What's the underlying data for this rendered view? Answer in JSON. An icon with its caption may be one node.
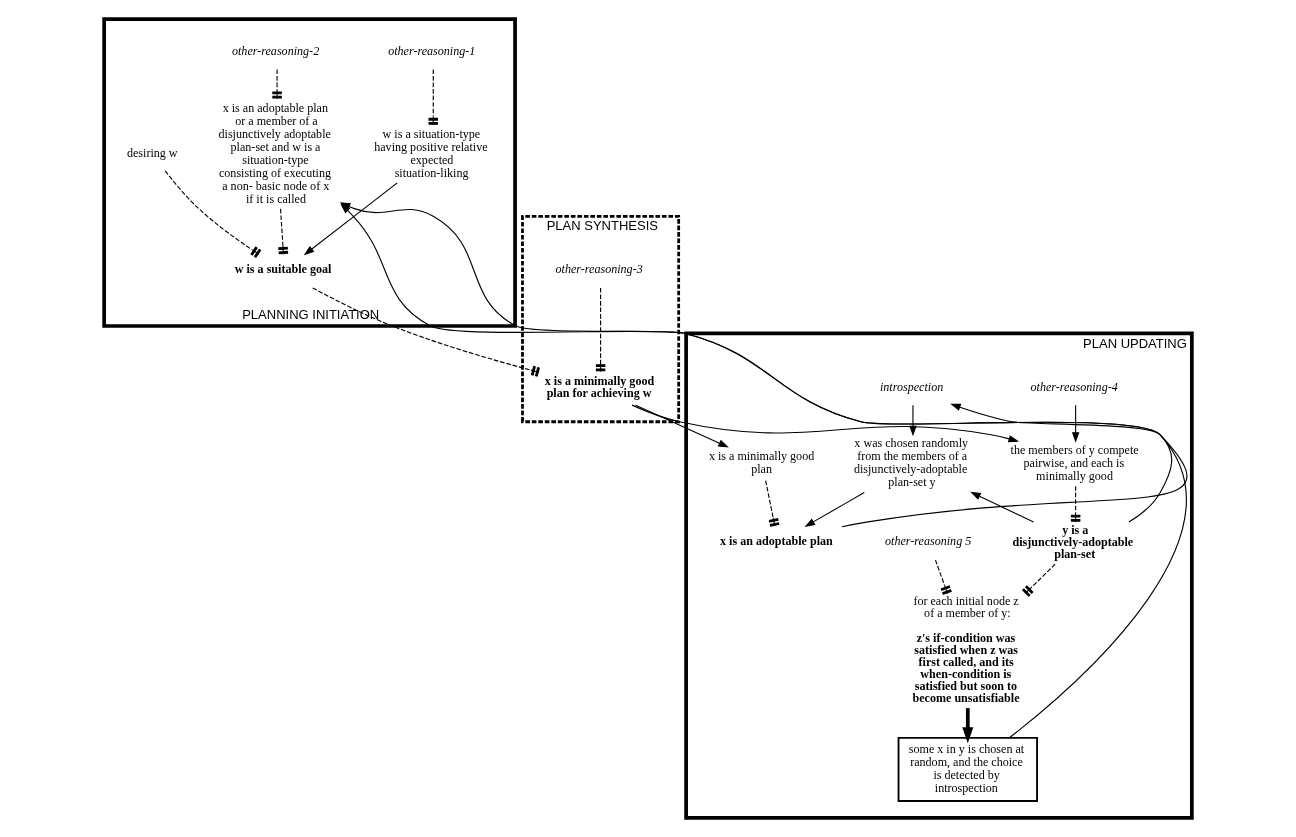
{
  "diagram": {
    "nodes": [
      {
        "text": [
          "PLANNING INITIATION"
        ]
      },
      {
        "text": [
          "PLAN SYNTHESIS"
        ]
      },
      {
        "text": [
          "PLAN UPDATING"
        ]
      },
      {
        "text": [
          "other-reasoning-1"
        ],
        "in": 0
      },
      {
        "text": [
          "other-reasoning-2"
        ],
        "in": 0
      },
      {
        "text": [
          "w is a situation-type having positive relative expected situation-liking"
        ],
        "in": 0
      },
      {
        "text": [
          "x is an adoptable plan or a member of a disjunctively adoptable plan-set and w is a situation-type consisting of executing a non- basic node of x if it is called"
        ],
        "in": 0
      },
      {
        "text": [
          "desiring w"
        ],
        "in": 0
      },
      {
        "text": [
          "w is a suitable goal"
        ],
        "in": 0
      },
      {
        "text": [
          "other-reasoning-3"
        ],
        "in": 1
      },
      {
        "text": [
          "x is a minimally good plan for achieving w"
        ],
        "in": 1
      },
      {
        "text": [
          "introspection"
        ],
        "in": 2
      },
      {
        "text": [
          "x was chosen randomly from the members of a disjunctively-adoptable plan-set y"
        ],
        "in": 2
      },
      {
        "text": [
          "other-reasoning-4"
        ],
        "in": 2
      },
      {
        "text": [
          "the members of y compete pairwise, and each is minimally good"
        ],
        "in": 2
      },
      {
        "text": [
          "other-reasoning 5"
        ],
        "in": 2
      },
      {
        "text": [
          "for each initial node z of a member of y:",
          "z's if-condition was satisfied when z was first called, and its when-condition is satisfied but soon to become unsatisfiable"
        ],
        "in": 2
      },
      {
        "text": [
          "x is a minimally good plan"
        ],
        "in": 2
      },
      {
        "text": [
          "y is a disjunctively-adoptable plan-set"
        ],
        "in": 2
      },
      {
        "text": [
          "x is an adoptable plan"
        ],
        "in": 2
      },
      {
        "text": [
          "some x in y is chosen at random, and the choice is detected by introspection"
        ],
        "in": 2
      }
    ],
    "edges": [
      {
        "from": 3,
        "to": 5,
        "arrow": "other",
        "style": "dashed"
      },
      {
        "from": 4,
        "to": 6,
        "arrow": "other",
        "style": "dashed"
      },
      {
        "from": 7,
        "to": 8,
        "arrow": "other",
        "style": "dashed"
      },
      {
        "from": 5,
        "to": 8,
        "arrow": "to"
      },
      {
        "from": 6,
        "to": 8,
        "arrow": "other",
        "style": "dashed"
      },
      {
        "from": 8,
        "to": 10,
        "arrow": "other",
        "style": "dashed"
      },
      {
        "from": 9,
        "to": 10,
        "arrow": "other",
        "style": "dashed"
      },
      {
        "from": 10,
        "to": 17,
        "arrow": "to"
      },
      {
        "from": 10,
        "to": 14,
        "arrow": "to"
      },
      {
        "from": 11,
        "to": 12,
        "arrow": "to"
      },
      {
        "from": 18,
        "to": 12,
        "arrow": "to"
      },
      {
        "from": 13,
        "to": 14,
        "arrow": "to"
      },
      {
        "from": 15,
        "to": 16,
        "arrow": "other",
        "style": "dashed"
      },
      {
        "from": 14,
        "to": 18,
        "arrow": "other",
        "style": "dashed"
      },
      {
        "from": 17,
        "to": 19,
        "arrow": "other",
        "style": "dashed"
      },
      {
        "from": 12,
        "to": 19,
        "arrow": "to"
      },
      {
        "from": 18,
        "to": 16,
        "arrow": "other",
        "style": "dashed"
      },
      {
        "from": 16,
        "to": 20,
        "arrow": "to",
        "style": "thick"
      },
      {
        "from": 20,
        "to": 11,
        "arrow": "to"
      },
      {
        "from": 19,
        "to": 6,
        "arrow": "to"
      },
      {
        "from": 18,
        "to": 6,
        "arrow": "to"
      }
    ]
  }
}
